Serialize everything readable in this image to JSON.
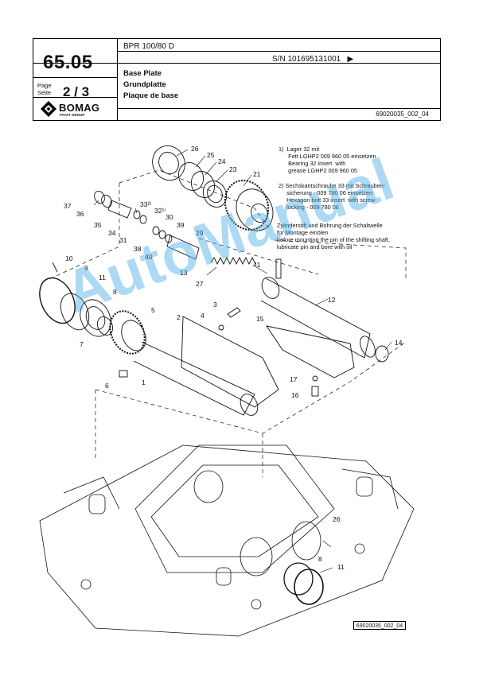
{
  "header": {
    "model": "BPR 100/80 D",
    "serial": "S/N 101695131001",
    "serial_arrow": "▶",
    "group_number": "65.05",
    "page_label_en": "Page",
    "page_label_de": "Seite",
    "page_number": "2 / 3",
    "title_en": "Base Plate",
    "title_de": "Grundplatte",
    "title_fr": "Plaque de base",
    "doc_number": "69020035_002_04",
    "logo_text": "BOMAG",
    "logo_sub": "FAYAT GROUP"
  },
  "notes": {
    "note1_de": "1)  Lager 32 mit\n      Fett LGHP2 009 960 05 einsetzen",
    "note1_en": "      Bearing 32 insert  with\n      grease LGHP2 009 960 05",
    "note2_de": "2) Sechskantschraube 33 mit Schrauben-\n     sicherung - 009 780 06 einsetzen",
    "note2_en": "     Hexagon bolt 33 insert  with screw\n     locking - 009 780 06",
    "note3_de": "Zylinderstift und Bohrung der Schaltwelle\nfür Montage einölen",
    "note3_en": "before mounting the pin of the shifting shaft,\nlubricate pin and bore with oil"
  },
  "callouts": [
    "26",
    "25",
    "24",
    "23",
    "21",
    "37",
    "36",
    "35",
    "33²⁾",
    "32¹⁾",
    "34",
    "30",
    "39",
    "31",
    "38",
    "40",
    "29",
    "10",
    "9",
    "11",
    "8",
    "5",
    "7",
    "41",
    "13",
    "27",
    "12",
    "3",
    "4",
    "2",
    "15",
    "14",
    "6",
    "1",
    "17",
    "16",
    "26",
    "8",
    "11"
  ],
  "watermark": "AutoManual",
  "figure_ref": "69020035_002_04",
  "colors": {
    "watermark": "#46aae6",
    "line": "#111111"
  }
}
